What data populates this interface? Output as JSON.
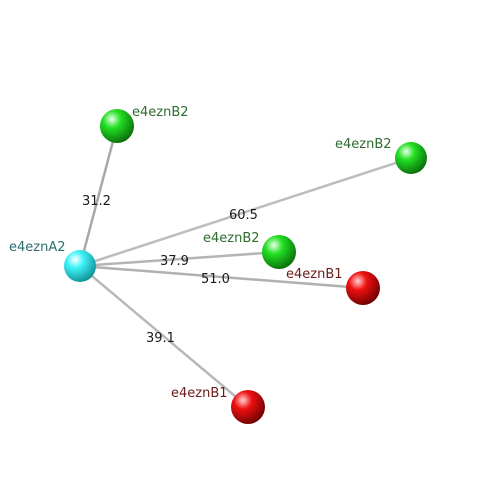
{
  "colors": {
    "center_fill": "#26e0e6",
    "green_fill": "#22cc22",
    "red_fill": "#dd1111",
    "center_label": "#2b6e6e",
    "green_label": "#2e6b2e",
    "red_label": "#6b1a1a",
    "edge": "#b8b8b8"
  },
  "nodes": {
    "center": {
      "label": "e4eznA2"
    },
    "top_green": {
      "label": "e4eznB2"
    },
    "right_green": {
      "label": "e4eznB2"
    },
    "mid_green": {
      "label": "e4eznB2"
    },
    "right_red": {
      "label": "e4eznB1"
    },
    "bottom_red": {
      "label": "e4eznB1"
    }
  },
  "edges": {
    "to_top_green": {
      "value": "31.2"
    },
    "to_right_green": {
      "value": "60.5"
    },
    "to_mid_green": {
      "value": "37.9"
    },
    "to_right_red": {
      "value": "51.0"
    },
    "to_bottom_red": {
      "value": "39.1"
    }
  }
}
